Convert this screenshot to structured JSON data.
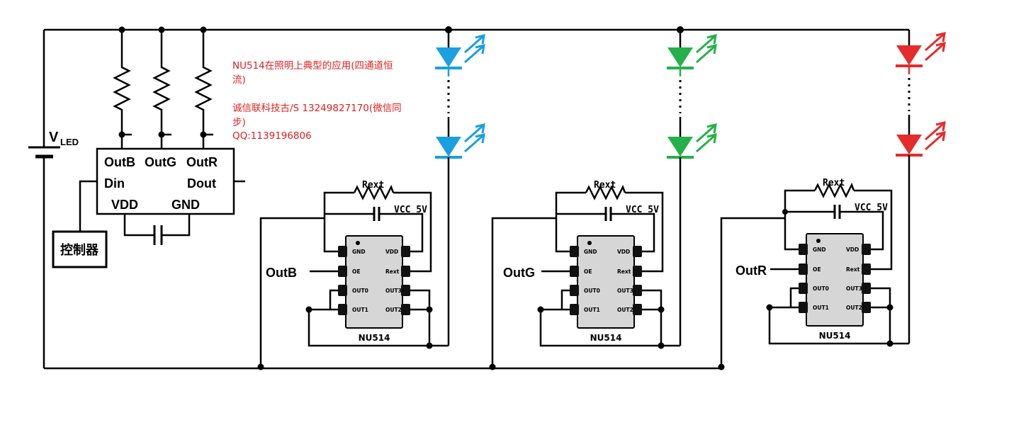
{
  "supply": {
    "symbol": "V",
    "subscript": "LED"
  },
  "driver": {
    "out_b": "OutB",
    "out_g": "OutG",
    "out_r": "OutR",
    "din": "Din",
    "dout": "Dout",
    "vdd": "VDD",
    "gnd": "GND"
  },
  "controller": {
    "label": "控制器"
  },
  "note": {
    "line1": "NU514在照明上典型的应用(四通道恒",
    "line2": "流)",
    "line3": "诚信联科技古/S 13249827170(微信同",
    "line4": "步)",
    "line5": "QQ:1139196806",
    "color": "#e02020"
  },
  "chip_pins": {
    "left": [
      "GND",
      "OE",
      "OUT0",
      "OUT1"
    ],
    "right": [
      "VDD",
      "Rext",
      "OUT3",
      "OUT2"
    ]
  },
  "channels": [
    {
      "input_label": "OutB",
      "chip_name": "NU514",
      "rext_label": "Rext",
      "vcc_label": "VCC 5V",
      "led_color": "#1a9fe0"
    },
    {
      "input_label": "OutG",
      "chip_name": "NU514",
      "rext_label": "Rext",
      "vcc_label": "VCC 5V",
      "led_color": "#26b04a"
    },
    {
      "input_label": "OutR",
      "chip_name": "NU514",
      "rext_label": "Rext",
      "vcc_label": "VCC 5V",
      "led_color": "#e52b2b"
    }
  ]
}
